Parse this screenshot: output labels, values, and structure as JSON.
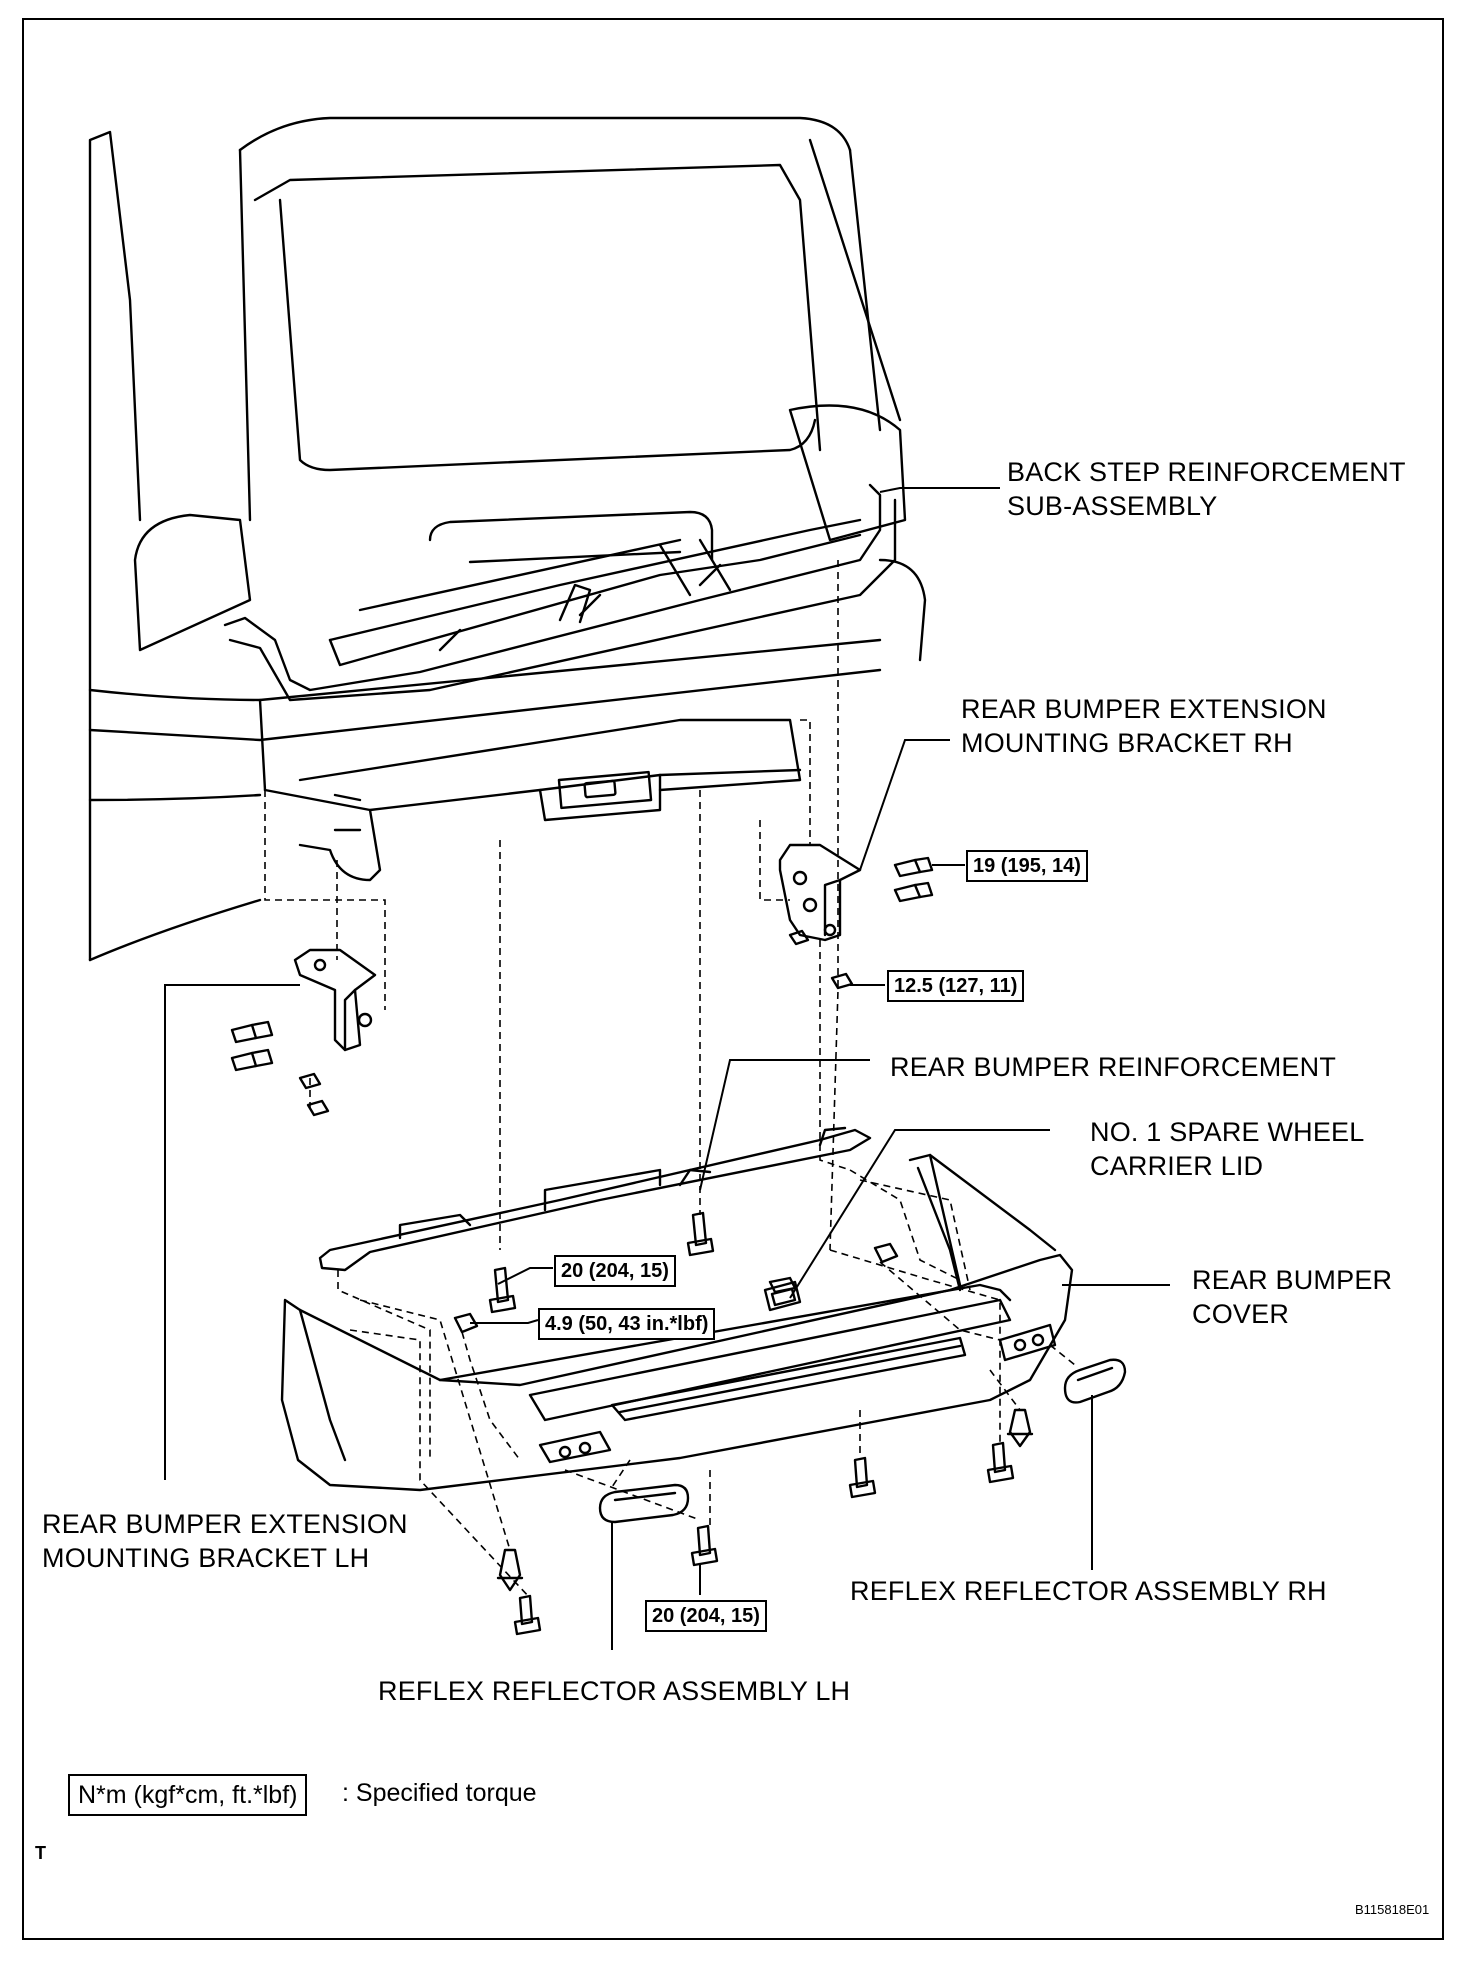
{
  "labels": {
    "back_step_reinforcement": [
      "BACK STEP REINFORCEMENT",
      "SUB-ASSEMBLY"
    ],
    "bracket_rh": [
      "REAR BUMPER EXTENSION",
      "MOUNTING BRACKET RH"
    ],
    "bumper_reinforcement": "REAR BUMPER REINFORCEMENT",
    "spare_wheel_lid": [
      "NO. 1 SPARE WHEEL",
      "CARRIER LID"
    ],
    "bumper_cover": [
      "REAR BUMPER",
      "COVER"
    ],
    "bracket_lh": [
      "REAR BUMPER EXTENSION",
      "MOUNTING BRACKET LH"
    ],
    "reflector_rh": "REFLEX REFLECTOR ASSEMBLY RH",
    "reflector_lh": "REFLEX REFLECTOR ASSEMBLY LH"
  },
  "torques": {
    "bracket_bolt": "19 (195, 14)",
    "bracket_nut": "12.5 (127, 11)",
    "reinforcement_bolt": "20 (204, 15)",
    "cover_nut": "4.9 (50, 43 in.*lbf)",
    "lower_bolt": "20 (204, 15)"
  },
  "legend": {
    "unit_box": "N*m (kgf*cm, ft.*lbf)",
    "description": ": Specified torque"
  },
  "corner_mark": "T",
  "figure_id": "B115818E01"
}
